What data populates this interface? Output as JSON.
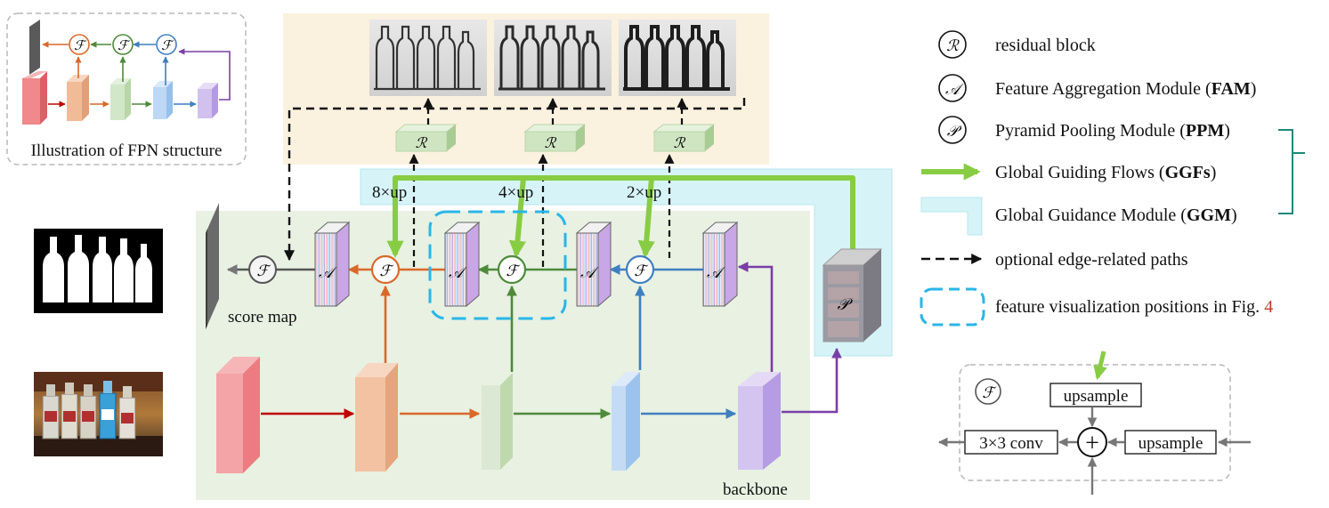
{
  "fpn_inset": {
    "title": "Illustration of FPN structure"
  },
  "symbols": {
    "residual": "ℛ",
    "aggregation": "𝒜",
    "pyramid": "𝒫",
    "fusion": "ℱ"
  },
  "labels": {
    "score_map": "score map",
    "backbone": "backbone",
    "up8": "8×up",
    "up4": "4×up",
    "up2": "2×up"
  },
  "legend": {
    "residual_block": "residual block",
    "fam_text": "Feature Aggregation Module (",
    "fam_abbr": "FAM",
    "ppm_text": "Pyramid Pooling Module (",
    "ppm_abbr": "PPM",
    "ggf_text": "Global Guiding Flows (",
    "ggf_abbr": "GGFs",
    "ggm_text": "Global Guidance Module (",
    "ggm_abbr": "GGM",
    "close_paren": ")",
    "edge_paths": "optional edge-related paths",
    "feature_vis": "feature visualization positions in Fig. ",
    "fig_num": "4"
  },
  "fusion_box": {
    "upsample_top": "upsample",
    "upsample_right": "upsample",
    "conv": "3×3 conv",
    "plus": "+"
  },
  "colors": {
    "red": "#e2686d",
    "orange": "#d9692a",
    "green": "#4e8a3a",
    "blue": "#3f7fc0",
    "purple": "#7a3fa7",
    "guide_green": "#88cc44",
    "ggm_bg": "#d6f4f8",
    "fpn_panel_bg": "#e8f1e2",
    "edge_panel_bg": "#fbf1df",
    "dashed_cyan": "#29b6e8"
  }
}
